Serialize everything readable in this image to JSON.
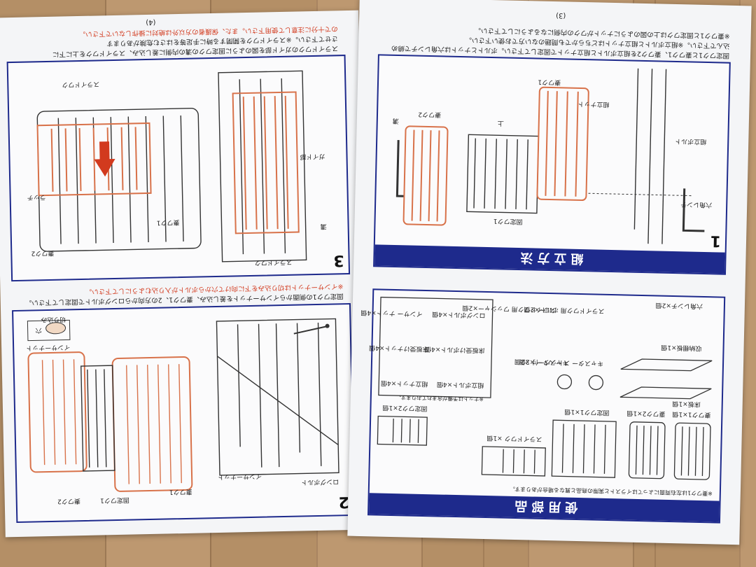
{
  "left_sheet": {
    "step3": {
      "number": "3",
      "instructions": [
        "スライドワクのガイド部を図のように固定ワクの溝の内側に差し込み、スライドワクを上に下に",
        "させて下さい。※スライドワクを開閉する時に手足等をはさむ危険があります"
      ],
      "note_red": "ので十分に注意して使用下さい。また、保護者の方以外は絶対に操作しないで下さい。",
      "page": "(4)",
      "labels": {
        "slide_frame_top": "スライドワク",
        "slide_frame_bottom": "スライドワク",
        "latch": "ラッチ",
        "guide": "ガイド部",
        "groove": "溝",
        "frame1": "妻ワク1",
        "frame2": "妻ワク2"
      }
    },
    "step2": {
      "number": "2",
      "instructions": [
        "固定ワク1の側面からインサーナットを差し込み、妻ワク1、2の方向からロングボルトで固定して下さい。"
      ],
      "note_red": "※インサーナットは切り込みを下に向けて穴からボルトが入り込むようにして下さい。",
      "labels": {
        "long_bolt": "ロングボルト",
        "insert_nut_top": "インサーナット",
        "insert_nut_detail": "インサーナット",
        "cut": "切り込み",
        "hole": "穴",
        "frame1": "妻ワク1",
        "frame2": "妻ワク2",
        "fixed_frame1": "固定ワク1"
      }
    }
  },
  "right_sheet": {
    "assembly_header": "組立方法",
    "parts_header": "使用部品",
    "step1": {
      "number": "1",
      "instructions": [
        "固定ワク1と妻ワク1、妻ワク2を組立ボルトと組立ナットで固定して下さい。ボルトとナットは六角レンチで締め",
        "込んで下さい。※組立ボルトと組立ナットはどちらかでも問題のない方でお使い下さい。",
        "※妻ワク1と固定ワクは上の図のようにナットがワクの内側になるようにして下さい。"
      ],
      "page": "(3)",
      "labels": {
        "assembly_nut": "組立ナット",
        "assembly_bolt": "組立ボルト",
        "hex_wrench": "六角レンチ",
        "frame1": "妻ワク1",
        "frame2": "妻ワク2",
        "fixed_frame1": "固定ワク1",
        "groove": "溝",
        "upper": "上"
      }
    },
    "parts": {
      "note": "※妻ワク1は左右両面によってはイラストと実際の商品と異なる場合があります。",
      "items": [
        {
          "name": "六角レンチ×2個"
        },
        {
          "name": "スライドワク用 ワッシャー×2個"
        },
        {
          "name": "スライドワク用 ボルト×2個"
        },
        {
          "name": "収納棚板×1個"
        },
        {
          "name": "キャスター ×2個"
        },
        {
          "name": "キャスター ストッパー付 ×2個"
        },
        {
          "name": "床板×1個"
        },
        {
          "name": "妻ワク1×1個"
        },
        {
          "name": "妻ワク2×1個"
        },
        {
          "name": "固定ワク1×1個"
        },
        {
          "name": "固定ワク2×1個"
        },
        {
          "name": "スライドワク ×1個"
        },
        {
          "name": "ロングボルト×4個"
        },
        {
          "name": "インサー ナット×4個"
        },
        {
          "name": "床板受けボルト×4個"
        },
        {
          "name": "床板受けナット×4個"
        },
        {
          "name": "組立ボルト×4個"
        },
        {
          "name": "組立ナット×4個"
        }
      ],
      "box_note": "※ナットは予備が含まれております。"
    }
  },
  "colors": {
    "brand_blue": "#1e2a8c",
    "accent_red": "#d23a1e",
    "wood_orange": "#d8724a"
  }
}
